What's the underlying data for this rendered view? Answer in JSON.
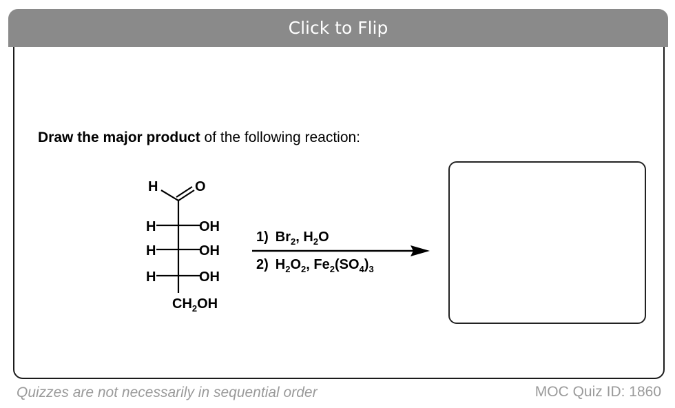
{
  "header": {
    "flip_label": "Click to Flip"
  },
  "question": {
    "bold_part": "Draw the major product",
    "rest": " of the following reaction:"
  },
  "molecule": {
    "top_h": "H",
    "top_o": "O",
    "rows": [
      {
        "left": "H",
        "right": "OH"
      },
      {
        "left": "H",
        "right": "OH"
      },
      {
        "left": "H",
        "right": "OH"
      }
    ],
    "bottom": {
      "ch": "CH",
      "sub": "2",
      "oh": "OH"
    }
  },
  "reagents": {
    "step1": {
      "num": "1)",
      "a": "Br",
      "a_sub": "2",
      "sep": ", ",
      "b": "H",
      "b_sub": "2",
      "b_end": "O"
    },
    "step2": {
      "num": "2)",
      "a": "H",
      "a_sub1": "2",
      "a_mid": "O",
      "a_sub2": "2",
      "sep": ", ",
      "b": "Fe",
      "b_sub1": "2",
      "b_mid": "(SO",
      "b_sub2": "4",
      "b_end": ")",
      "b_sub3": "3"
    }
  },
  "footer": {
    "note": "Quizzes are not necessarily in sequential order",
    "quiz_id": "MOC Quiz ID: 1860"
  }
}
